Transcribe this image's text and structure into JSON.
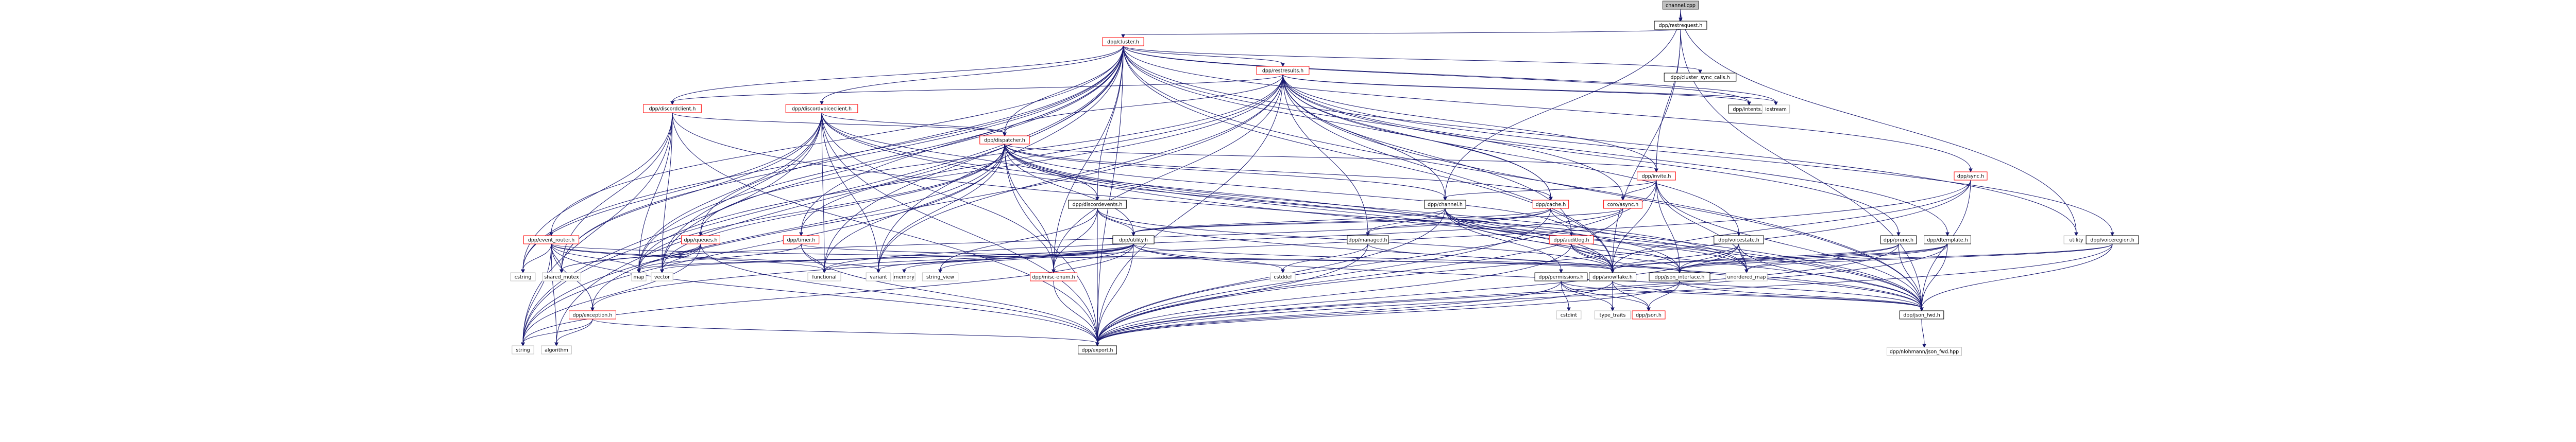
{
  "title": "channel.cpp include dependency graph",
  "colors": {
    "edge": "#191970",
    "root_fill": "#bfbfbf",
    "root_border": "#404040",
    "normal_border": "#000000",
    "truncated_border": "#ff0000",
    "system_border": "#bfbfbf",
    "node_fill": "#ffffff"
  },
  "nodes": [
    {
      "id": "channel_cpp",
      "label": "channel.cpp",
      "kind": "root"
    },
    {
      "id": "restrequest",
      "label": "dpp/restrequest.h",
      "kind": "normal"
    },
    {
      "id": "cluster",
      "label": "dpp/cluster.h",
      "kind": "truncated"
    },
    {
      "id": "restresults",
      "label": "dpp/restresults.h",
      "kind": "truncated"
    },
    {
      "id": "cluster_sync",
      "label": "dpp/cluster_sync_calls.h",
      "kind": "normal"
    },
    {
      "id": "intents",
      "label": "dpp/intents.h",
      "kind": "normal"
    },
    {
      "id": "iostream",
      "label": "iostream",
      "kind": "system"
    },
    {
      "id": "discordclient",
      "label": "dpp/discordclient.h",
      "kind": "truncated"
    },
    {
      "id": "discordvoiceclient",
      "label": "dpp/discordvoiceclient.h",
      "kind": "truncated"
    },
    {
      "id": "dispatcher",
      "label": "dpp/dispatcher.h",
      "kind": "truncated"
    },
    {
      "id": "invite",
      "label": "dpp/invite.h",
      "kind": "truncated"
    },
    {
      "id": "sync",
      "label": "dpp/sync.h",
      "kind": "truncated"
    },
    {
      "id": "discordevents",
      "label": "dpp/discordevents.h",
      "kind": "normal"
    },
    {
      "id": "channel",
      "label": "dpp/channel.h",
      "kind": "normal"
    },
    {
      "id": "cache",
      "label": "dpp/cache.h",
      "kind": "truncated"
    },
    {
      "id": "async",
      "label": "coro/async.h",
      "kind": "truncated"
    },
    {
      "id": "event_router",
      "label": "dpp/event_router.h",
      "kind": "truncated"
    },
    {
      "id": "queues",
      "label": "dpp/queues.h",
      "kind": "truncated"
    },
    {
      "id": "timer",
      "label": "dpp/timer.h",
      "kind": "truncated"
    },
    {
      "id": "utility",
      "label": "dpp/utility.h",
      "kind": "normal"
    },
    {
      "id": "managed",
      "label": "dpp/managed.h",
      "kind": "normal"
    },
    {
      "id": "auditlog",
      "label": "dpp/auditlog.h",
      "kind": "truncated"
    },
    {
      "id": "voicestate",
      "label": "dpp/voicestate.h",
      "kind": "normal"
    },
    {
      "id": "prune",
      "label": "dpp/prune.h",
      "kind": "normal"
    },
    {
      "id": "dtemplate",
      "label": "dpp/dtemplate.h",
      "kind": "normal"
    },
    {
      "id": "utility_std",
      "label": "utility",
      "kind": "system"
    },
    {
      "id": "voiceregion",
      "label": "dpp/voiceregion.h",
      "kind": "normal"
    },
    {
      "id": "cstring",
      "label": "cstring",
      "kind": "system"
    },
    {
      "id": "shared_mutex",
      "label": "shared_mutex",
      "kind": "system"
    },
    {
      "id": "map",
      "label": "map",
      "kind": "system"
    },
    {
      "id": "vector",
      "label": "vector",
      "kind": "system"
    },
    {
      "id": "functional",
      "label": "functional",
      "kind": "system"
    },
    {
      "id": "variant",
      "label": "variant",
      "kind": "system"
    },
    {
      "id": "memory",
      "label": "memory",
      "kind": "system"
    },
    {
      "id": "string_view",
      "label": "string_view",
      "kind": "system"
    },
    {
      "id": "misc_enum",
      "label": "dpp/misc-enum.h",
      "kind": "truncated"
    },
    {
      "id": "cstddef",
      "label": "cstddef",
      "kind": "system"
    },
    {
      "id": "permissions",
      "label": "dpp/permissions.h",
      "kind": "normal"
    },
    {
      "id": "snowflake",
      "label": "dpp/snowflake.h",
      "kind": "normal"
    },
    {
      "id": "json_interface",
      "label": "dpp/json_interface.h",
      "kind": "normal"
    },
    {
      "id": "unordered_map",
      "label": "unordered_map",
      "kind": "system"
    },
    {
      "id": "exception",
      "label": "dpp/exception.h",
      "kind": "truncated"
    },
    {
      "id": "cstdint",
      "label": "cstdint",
      "kind": "system"
    },
    {
      "id": "type_traits",
      "label": "type_traits",
      "kind": "system"
    },
    {
      "id": "json",
      "label": "dpp/json.h",
      "kind": "truncated"
    },
    {
      "id": "json_fwd",
      "label": "dpp/json_fwd.h",
      "kind": "normal"
    },
    {
      "id": "string",
      "label": "string",
      "kind": "system"
    },
    {
      "id": "algorithm",
      "label": "algorithm",
      "kind": "system"
    },
    {
      "id": "export",
      "label": "dpp/export.h",
      "kind": "normal"
    },
    {
      "id": "nlohmann",
      "label": "dpp/nlohmann/json_fwd.hpp",
      "kind": "system"
    }
  ],
  "edges": [
    [
      "channel_cpp",
      "restrequest"
    ],
    [
      "channel_cpp",
      "channel"
    ],
    [
      "channel_cpp",
      "utility_std"
    ],
    [
      "restrequest",
      "cluster"
    ],
    [
      "restrequest",
      "invite"
    ],
    [
      "restrequest",
      "snowflake"
    ],
    [
      "restrequest",
      "json_fwd"
    ],
    [
      "cluster",
      "restresults"
    ],
    [
      "cluster",
      "cluster_sync"
    ],
    [
      "cluster",
      "intents"
    ],
    [
      "cluster",
      "iostream"
    ],
    [
      "cluster",
      "discordclient"
    ],
    [
      "cluster",
      "discordvoiceclient"
    ],
    [
      "cluster",
      "dispatcher"
    ],
    [
      "cluster",
      "discordevents"
    ],
    [
      "cluster",
      "cache"
    ],
    [
      "cluster",
      "queues"
    ],
    [
      "cluster",
      "timer"
    ],
    [
      "cluster",
      "event_router"
    ],
    [
      "cluster",
      "sync"
    ],
    [
      "cluster",
      "async"
    ],
    [
      "cluster",
      "string"
    ],
    [
      "cluster",
      "map"
    ],
    [
      "cluster",
      "vector"
    ],
    [
      "cluster",
      "functional"
    ],
    [
      "cluster",
      "variant"
    ],
    [
      "cluster",
      "shared_mutex"
    ],
    [
      "cluster",
      "cstring"
    ],
    [
      "cluster",
      "algorithm"
    ],
    [
      "cluster",
      "export"
    ],
    [
      "cluster",
      "json_fwd"
    ],
    [
      "cluster",
      "misc_enum"
    ],
    [
      "cluster",
      "snowflake"
    ],
    [
      "cluster",
      "utility_std"
    ],
    [
      "restresults",
      "discordclient"
    ],
    [
      "restresults",
      "dispatcher"
    ],
    [
      "restresults",
      "channel"
    ],
    [
      "restresults",
      "invite"
    ],
    [
      "restresults",
      "cache"
    ],
    [
      "restresults",
      "auditlog"
    ],
    [
      "restresults",
      "voicestate"
    ],
    [
      "restresults",
      "prune"
    ],
    [
      "restresults",
      "dtemplate"
    ],
    [
      "restresults",
      "voiceregion"
    ],
    [
      "restresults",
      "intents"
    ],
    [
      "restresults",
      "iostream"
    ],
    [
      "restresults",
      "timer"
    ],
    [
      "restresults",
      "queues"
    ],
    [
      "restresults",
      "misc_enum"
    ],
    [
      "restresults",
      "export"
    ],
    [
      "restresults",
      "json_fwd"
    ],
    [
      "restresults",
      "managed"
    ],
    [
      "restresults",
      "string"
    ],
    [
      "restresults",
      "map"
    ],
    [
      "restresults",
      "variant"
    ],
    [
      "restresults",
      "snowflake"
    ],
    [
      "discordclient",
      "dispatcher"
    ],
    [
      "discordclient",
      "export"
    ],
    [
      "discordclient",
      "string"
    ],
    [
      "discordclient",
      "map"
    ],
    [
      "discordclient",
      "vector"
    ],
    [
      "discordclient",
      "shared_mutex"
    ],
    [
      "discordclient",
      "json_fwd"
    ],
    [
      "discordclient",
      "cstring"
    ],
    [
      "discordvoiceclient",
      "dispatcher"
    ],
    [
      "discordvoiceclient",
      "discordevents"
    ],
    [
      "discordvoiceclient",
      "export"
    ],
    [
      "discordvoiceclient",
      "string"
    ],
    [
      "discordvoiceclient",
      "map"
    ],
    [
      "discordvoiceclient",
      "vector"
    ],
    [
      "discordvoiceclient",
      "functional"
    ],
    [
      "discordvoiceclient",
      "variant"
    ],
    [
      "discordvoiceclient",
      "json_fwd"
    ],
    [
      "discordvoiceclient",
      "snowflake"
    ],
    [
      "discordvoiceclient",
      "misc_enum"
    ],
    [
      "discordvoiceclient",
      "shared_mutex"
    ],
    [
      "discordvoiceclient",
      "cstring"
    ],
    [
      "dispatcher",
      "invite"
    ],
    [
      "dispatcher",
      "channel"
    ],
    [
      "dispatcher",
      "cache"
    ],
    [
      "dispatcher",
      "utility"
    ],
    [
      "dispatcher",
      "auditlog"
    ],
    [
      "dispatcher",
      "json_interface"
    ],
    [
      "dispatcher",
      "snowflake"
    ],
    [
      "dispatcher",
      "misc_enum"
    ],
    [
      "dispatcher",
      "export"
    ],
    [
      "dispatcher",
      "functional"
    ],
    [
      "dispatcher",
      "variant"
    ],
    [
      "dispatcher",
      "string"
    ],
    [
      "dispatcher",
      "vector"
    ],
    [
      "dispatcher",
      "map"
    ],
    [
      "dispatcher",
      "exception"
    ],
    [
      "dispatcher",
      "unordered_map"
    ],
    [
      "dispatcher",
      "json_fwd"
    ],
    [
      "invite",
      "channel"
    ],
    [
      "invite",
      "async"
    ],
    [
      "invite",
      "snowflake"
    ],
    [
      "invite",
      "json_interface"
    ],
    [
      "invite",
      "json_fwd"
    ],
    [
      "invite",
      "export"
    ],
    [
      "invite",
      "unordered_map"
    ],
    [
      "sync",
      "export"
    ],
    [
      "sync",
      "exception"
    ],
    [
      "sync",
      "json_fwd"
    ],
    [
      "sync",
      "snowflake"
    ],
    [
      "discordevents",
      "utility"
    ],
    [
      "discordevents",
      "snowflake"
    ],
    [
      "discordevents",
      "export"
    ],
    [
      "discordevents",
      "json_fwd"
    ],
    [
      "discordevents",
      "string_view"
    ],
    [
      "discordevents",
      "misc_enum"
    ],
    [
      "channel",
      "managed"
    ],
    [
      "channel",
      "utility"
    ],
    [
      "channel",
      "permissions"
    ],
    [
      "channel",
      "json_interface"
    ],
    [
      "channel",
      "snowflake"
    ],
    [
      "channel",
      "json_fwd"
    ],
    [
      "channel",
      "export"
    ],
    [
      "channel",
      "unordered_map"
    ],
    [
      "cache",
      "managed"
    ],
    [
      "cache",
      "utility"
    ],
    [
      "cache",
      "export"
    ],
    [
      "cache",
      "unordered_map"
    ],
    [
      "cache",
      "shared_mutex"
    ],
    [
      "async",
      "utility"
    ],
    [
      "async",
      "functional"
    ],
    [
      "async",
      "export"
    ],
    [
      "event_router",
      "string"
    ],
    [
      "event_router",
      "algorithm"
    ],
    [
      "event_router",
      "map"
    ],
    [
      "event_router",
      "shared_mutex"
    ],
    [
      "event_router",
      "cstring"
    ],
    [
      "event_router",
      "exception"
    ],
    [
      "event_router",
      "export"
    ],
    [
      "event_router",
      "functional"
    ],
    [
      "event_router",
      "variant"
    ],
    [
      "event_router",
      "json_interface"
    ],
    [
      "queues",
      "map"
    ],
    [
      "queues",
      "vector"
    ],
    [
      "queues",
      "string"
    ],
    [
      "queues",
      "export"
    ],
    [
      "queues",
      "shared_mutex"
    ],
    [
      "timer",
      "functional"
    ],
    [
      "timer",
      "map"
    ],
    [
      "timer",
      "export"
    ],
    [
      "timer",
      "snowflake"
    ],
    [
      "utility",
      "functional"
    ],
    [
      "utility",
      "variant"
    ],
    [
      "utility",
      "memory"
    ],
    [
      "utility",
      "string_view"
    ],
    [
      "utility",
      "misc_enum"
    ],
    [
      "utility",
      "cstddef"
    ],
    [
      "utility",
      "export"
    ],
    [
      "utility",
      "string"
    ],
    [
      "utility",
      "vector"
    ],
    [
      "utility",
      "map"
    ],
    [
      "utility",
      "snowflake"
    ],
    [
      "utility",
      "json_fwd"
    ],
    [
      "managed",
      "snowflake"
    ],
    [
      "managed",
      "export"
    ],
    [
      "managed",
      "cstddef"
    ],
    [
      "auditlog",
      "snowflake"
    ],
    [
      "auditlog",
      "json_interface"
    ],
    [
      "auditlog",
      "export"
    ],
    [
      "auditlog",
      "json_fwd"
    ],
    [
      "voicestate",
      "snowflake"
    ],
    [
      "voicestate",
      "json_interface"
    ],
    [
      "voicestate",
      "unordered_map"
    ],
    [
      "voicestate",
      "export"
    ],
    [
      "voicestate",
      "json_fwd"
    ],
    [
      "prune",
      "snowflake"
    ],
    [
      "prune",
      "json_interface"
    ],
    [
      "prune",
      "export"
    ],
    [
      "prune",
      "json_fwd"
    ],
    [
      "dtemplate",
      "snowflake"
    ],
    [
      "dtemplate",
      "json_interface"
    ],
    [
      "dtemplate",
      "unordered_map"
    ],
    [
      "dtemplate",
      "export"
    ],
    [
      "dtemplate",
      "json_fwd"
    ],
    [
      "voiceregion",
      "json_interface"
    ],
    [
      "voiceregion",
      "unordered_map"
    ],
    [
      "voiceregion",
      "export"
    ],
    [
      "voiceregion",
      "json_fwd"
    ],
    [
      "permissions",
      "cstdint"
    ],
    [
      "permissions",
      "type_traits"
    ],
    [
      "permissions",
      "json"
    ],
    [
      "permissions",
      "json_fwd"
    ],
    [
      "permissions",
      "export"
    ],
    [
      "snowflake",
      "type_traits"
    ],
    [
      "snowflake",
      "json_fwd"
    ],
    [
      "snowflake",
      "export"
    ],
    [
      "snowflake",
      "json"
    ],
    [
      "json_interface",
      "json"
    ],
    [
      "json_interface",
      "export"
    ],
    [
      "json_interface",
      "json_fwd"
    ],
    [
      "exception",
      "string"
    ],
    [
      "exception",
      "algorithm"
    ],
    [
      "exception",
      "export"
    ],
    [
      "misc_enum",
      "export"
    ],
    [
      "json_fwd",
      "nlohmann"
    ]
  ]
}
